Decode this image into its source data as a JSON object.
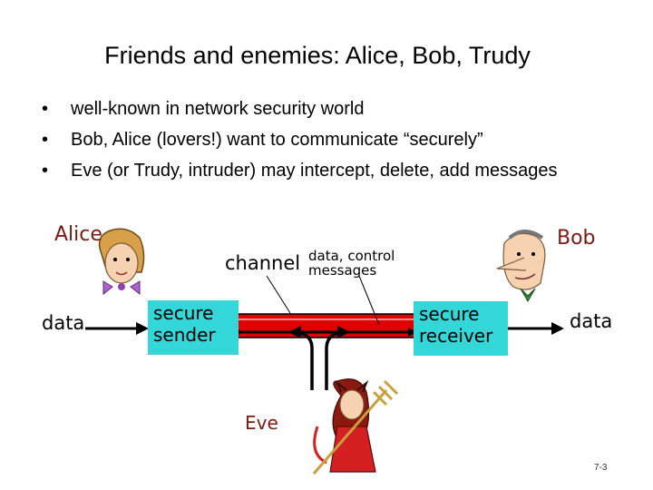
{
  "slide": {
    "title": "Friends and enemies: Alice, Bob, Trudy",
    "bullets": [
      "well-known in network security world",
      "Bob, Alice (lovers!) want to communicate “securely”",
      "Eve (or Trudy, intruder) may intercept, delete, add messages"
    ],
    "bullet_symbol": "•",
    "page_number": "7-3"
  },
  "diagram": {
    "alice_label": "Alice",
    "bob_label": "Bob",
    "eve_label": "Eve",
    "channel_label": "channel",
    "channel_note_line1": "data, control",
    "channel_note_line2": "messages",
    "left_data_label": "data",
    "right_data_label": "data",
    "sender_line1": "secure",
    "sender_line2": "sender",
    "receiver_line1": "secure",
    "receiver_line2": "receiver",
    "colors": {
      "channel": "#e00000",
      "box": "#33d7d7",
      "arrows": "#000000"
    },
    "icons": [
      "alice-icon",
      "bob-icon",
      "eve-icon"
    ]
  }
}
